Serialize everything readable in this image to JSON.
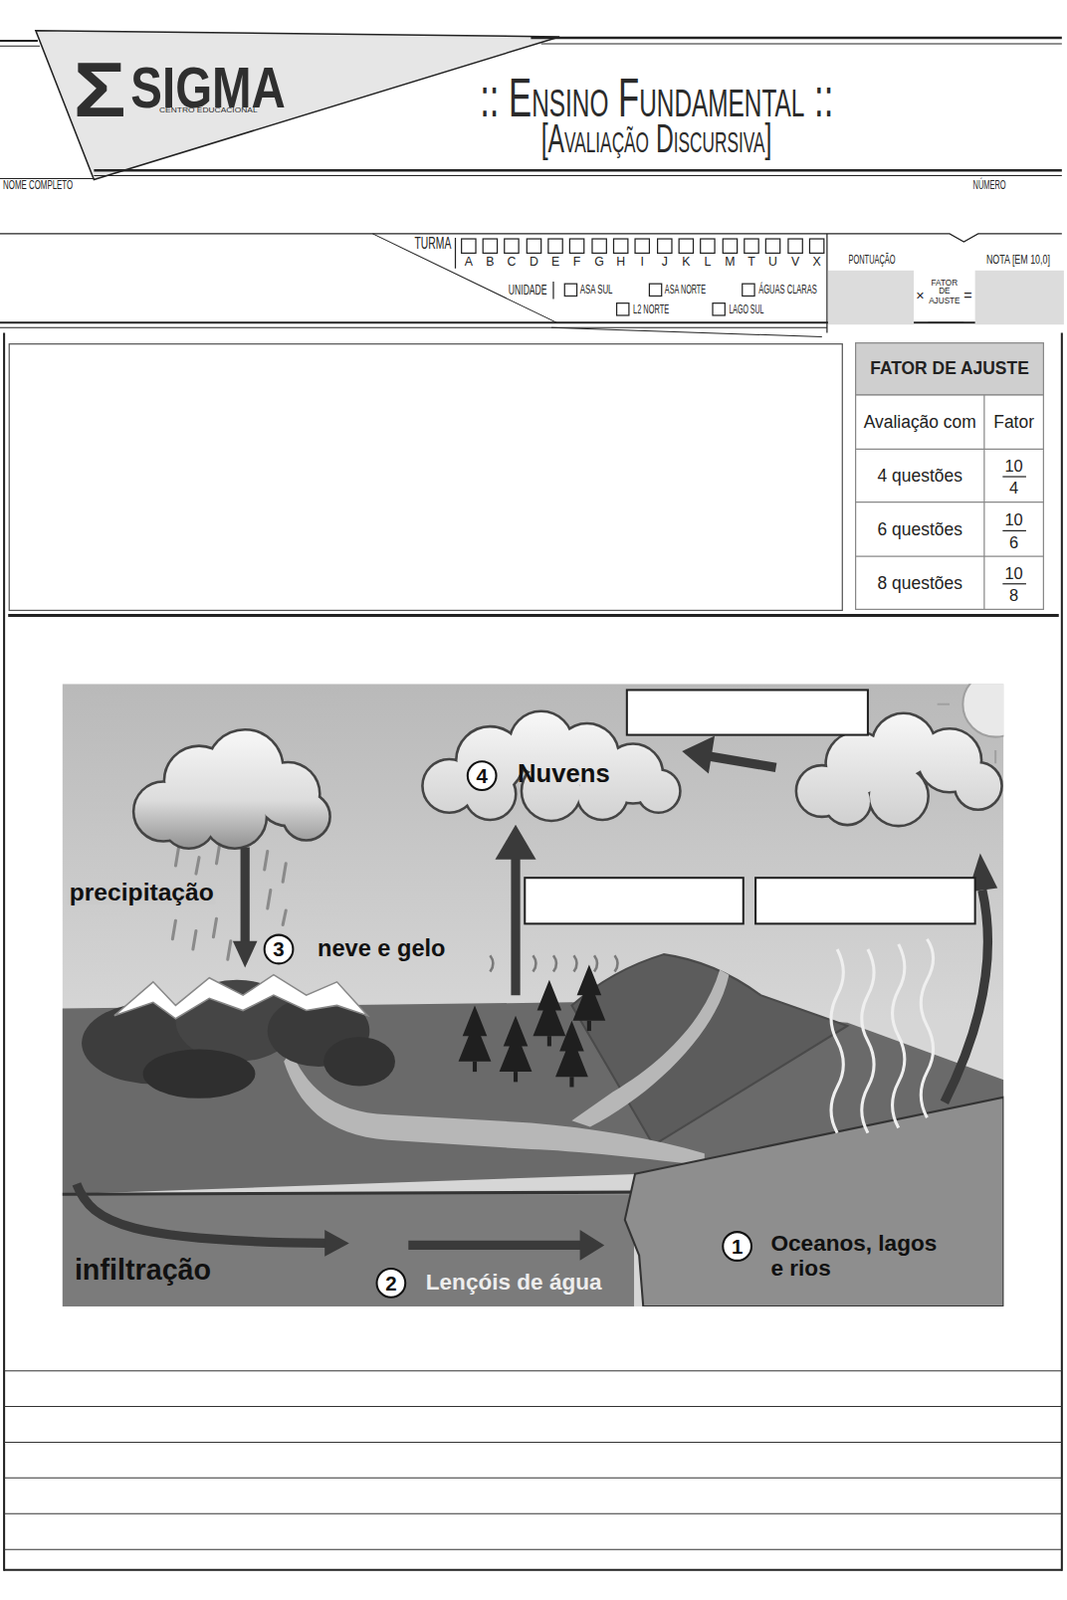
{
  "diagram": {
    "title": ":: Ensino Fundamental ::",
    "nodes": [
      {
        "text": [
          "4"
        ]
      },
      {
        "text": [
          "3"
        ]
      },
      {
        "text": [
          "1"
        ]
      },
      {
        "text": [
          "2"
        ]
      }
    ],
    "labels": [
      "Σ",
      "SIGMA",
      "CENTRO EDUCACIONAL",
      "[Avaliação Discursiva]",
      "NOME COMPLETO",
      "NÚMERO",
      "TURMA",
      "A",
      "B",
      "C",
      "D",
      "E",
      "F",
      "G",
      "H",
      "I",
      "J",
      "K",
      "L",
      "M",
      "T",
      "U",
      "V",
      "X",
      "UNIDADE",
      "ASA SUL",
      "ASA NORTE",
      "ÁGUAS CLARAS",
      "L2 NORTE",
      "LAGO SUL",
      "PONTUAÇÃO",
      "NOTA [EM 10,0]",
      "×",
      "FATOR DE AJUSTE",
      "=",
      "FATOR DE AJUSTE",
      "Avaliação com",
      "Fator",
      "4 questões",
      "10",
      "4",
      "6 questões",
      "10",
      "6",
      "8 questões",
      "10",
      "8",
      "precipitação",
      "neve e gelo",
      "Nuvens",
      "infiltração",
      "Lençóis de água",
      "Oceanos, lagos e rios"
    ]
  }
}
